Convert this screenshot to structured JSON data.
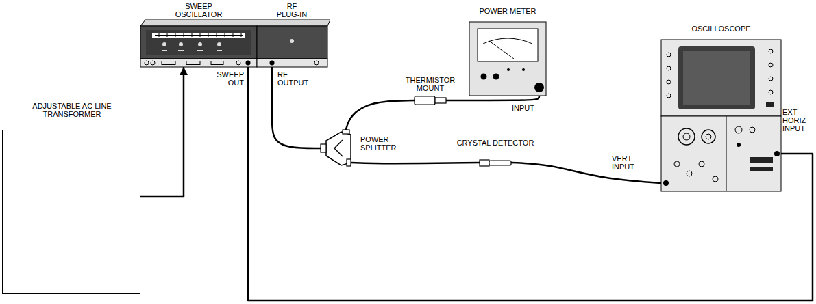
{
  "diagram": {
    "nodes": [
      {
        "text": [
          "SWEEP OSCILLATOR",
          "SWEEP OUT"
        ]
      },
      {
        "text": [
          "RF PLUG-IN",
          "RF OUTPUT"
        ]
      },
      {
        "text": [
          "POWER METER",
          "INPUT"
        ]
      },
      {
        "text": [
          "ADJUSTABLE AC LINE TRANSFORMER"
        ]
      },
      {
        "text": [
          "THERMISTOR MOUNT"
        ]
      },
      {
        "text": [
          "POWER SPLITTER"
        ]
      },
      {
        "text": [
          "OSCILLOSCOPE",
          "EXT HORIZ INPUT",
          "VERT INPUT"
        ]
      },
      {
        "text": [
          "CRYSTAL DETECTOR"
        ]
      }
    ],
    "edges": [
      {
        "from": 3,
        "to": 0,
        "arrow": "to"
      },
      {
        "from": 1,
        "to": 5,
        "arrow": "none"
      },
      {
        "from": 5,
        "to": 4,
        "arrow": "none"
      },
      {
        "from": 4,
        "to": 2,
        "arrow": "none"
      },
      {
        "from": 5,
        "to": 7,
        "arrow": "none"
      },
      {
        "from": 7,
        "to": 6,
        "arrow": "none"
      },
      {
        "from": 0,
        "to": 6,
        "arrow": "none"
      }
    ]
  }
}
